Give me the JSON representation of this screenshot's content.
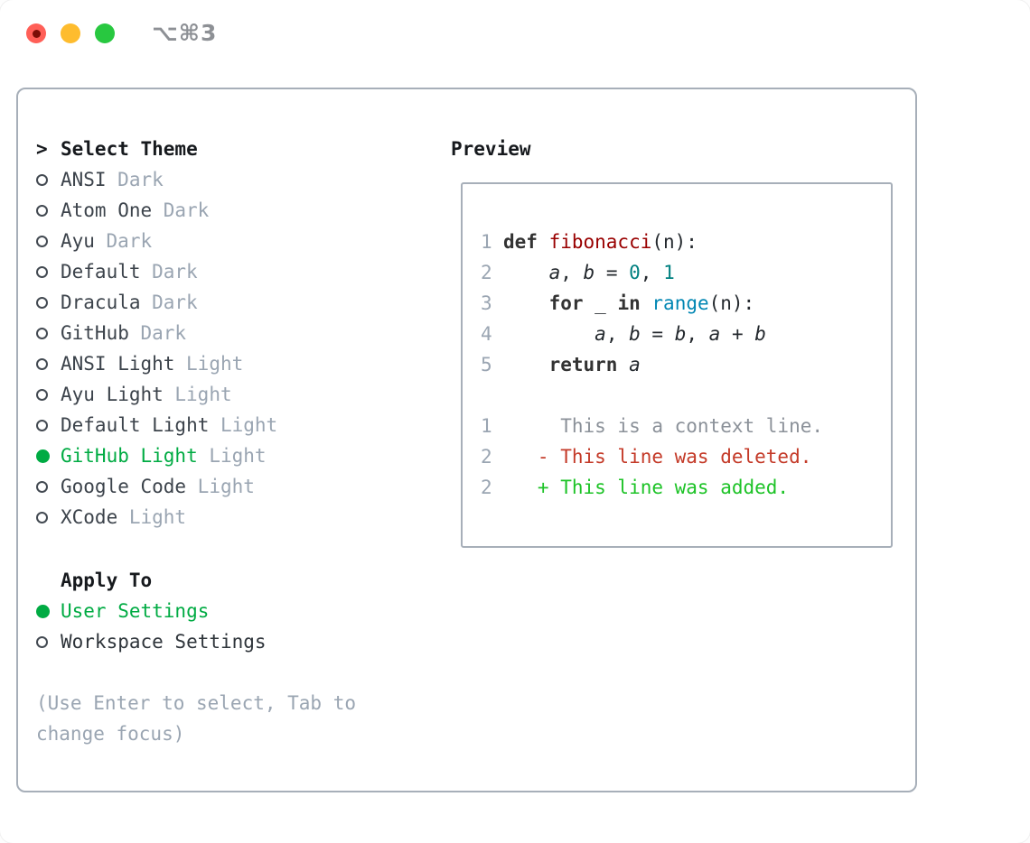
{
  "window": {
    "title": "⌥⌘3",
    "traffic_lights": {
      "close": "close-button",
      "minimize": "minimize-button",
      "zoom": "zoom-button"
    }
  },
  "theme_picker": {
    "cursor": ">",
    "heading": "Select Theme",
    "items": [
      {
        "name": "ANSI",
        "variant": "Dark",
        "selected": false
      },
      {
        "name": "Atom One",
        "variant": "Dark",
        "selected": false
      },
      {
        "name": "Ayu",
        "variant": "Dark",
        "selected": false
      },
      {
        "name": "Default",
        "variant": "Dark",
        "selected": false
      },
      {
        "name": "Dracula",
        "variant": "Dark",
        "selected": false
      },
      {
        "name": "GitHub",
        "variant": "Dark",
        "selected": false
      },
      {
        "name": "ANSI Light",
        "variant": "Light",
        "selected": false
      },
      {
        "name": "Ayu Light",
        "variant": "Light",
        "selected": false
      },
      {
        "name": "Default Light",
        "variant": "Light",
        "selected": false
      },
      {
        "name": "GitHub Light",
        "variant": "Light",
        "selected": true
      },
      {
        "name": "Google Code",
        "variant": "Light",
        "selected": false
      },
      {
        "name": "XCode",
        "variant": "Light",
        "selected": false
      }
    ]
  },
  "apply_to": {
    "heading": "Apply To",
    "options": [
      {
        "label": "User Settings",
        "selected": true
      },
      {
        "label": "Workspace Settings",
        "selected": false
      }
    ]
  },
  "hint": "(Use Enter to select, Tab to change focus)",
  "preview": {
    "heading": "Preview",
    "lines": [
      {
        "num": "1",
        "tokens": [
          {
            "t": "def ",
            "c": "keyword"
          },
          {
            "t": "fibonacci",
            "c": "title"
          },
          {
            "t": "(n):",
            "c": "plain"
          }
        ]
      },
      {
        "num": "2",
        "tokens": [
          {
            "t": "    ",
            "c": "plain"
          },
          {
            "t": "a",
            "c": "variable"
          },
          {
            "t": ", ",
            "c": "plain"
          },
          {
            "t": "b",
            "c": "variable"
          },
          {
            "t": " = ",
            "c": "plain"
          },
          {
            "t": "0",
            "c": "number"
          },
          {
            "t": ", ",
            "c": "plain"
          },
          {
            "t": "1",
            "c": "number"
          }
        ]
      },
      {
        "num": "3",
        "tokens": [
          {
            "t": "    ",
            "c": "plain"
          },
          {
            "t": "for",
            "c": "keyword"
          },
          {
            "t": " _ ",
            "c": "plain"
          },
          {
            "t": "in",
            "c": "keyword"
          },
          {
            "t": " ",
            "c": "plain"
          },
          {
            "t": "range",
            "c": "builtin"
          },
          {
            "t": "(n):",
            "c": "plain"
          }
        ]
      },
      {
        "num": "4",
        "tokens": [
          {
            "t": "        ",
            "c": "plain"
          },
          {
            "t": "a",
            "c": "variable"
          },
          {
            "t": ", ",
            "c": "plain"
          },
          {
            "t": "b",
            "c": "variable"
          },
          {
            "t": " = ",
            "c": "plain"
          },
          {
            "t": "b",
            "c": "variable"
          },
          {
            "t": ", ",
            "c": "plain"
          },
          {
            "t": "a",
            "c": "variable"
          },
          {
            "t": " + ",
            "c": "plain"
          },
          {
            "t": "b",
            "c": "variable"
          }
        ]
      },
      {
        "num": "5",
        "tokens": [
          {
            "t": "    ",
            "c": "plain"
          },
          {
            "t": "return",
            "c": "keyword"
          },
          {
            "t": " ",
            "c": "plain"
          },
          {
            "t": "a",
            "c": "variable"
          }
        ]
      },
      {
        "num": "",
        "tokens": []
      },
      {
        "num": "1",
        "tokens": [
          {
            "t": "     This is a context line.",
            "c": "context"
          }
        ]
      },
      {
        "num": "2",
        "tokens": [
          {
            "t": "   - This line was deleted.",
            "c": "deletion"
          }
        ]
      },
      {
        "num": "2",
        "tokens": [
          {
            "t": "   + This line was added.",
            "c": "addition"
          }
        ]
      }
    ]
  },
  "colors": {
    "selection_green": "#00ab43",
    "addition_green": "#1dc327",
    "deletion_red": "#c43a28",
    "muted_gray": "#9aa5b2",
    "text_dark": "#24292e",
    "keyword": "#333333",
    "function_title": "#990000",
    "number_teal": "#008080",
    "builtin_blue": "#0086b3",
    "context_gray": "#8b9199",
    "border_gray": "#a7afb9",
    "titlebar_gray": "#8d9095",
    "traffic_red": "#ff5f57",
    "traffic_yellow": "#febc2e",
    "traffic_green": "#28c840"
  }
}
